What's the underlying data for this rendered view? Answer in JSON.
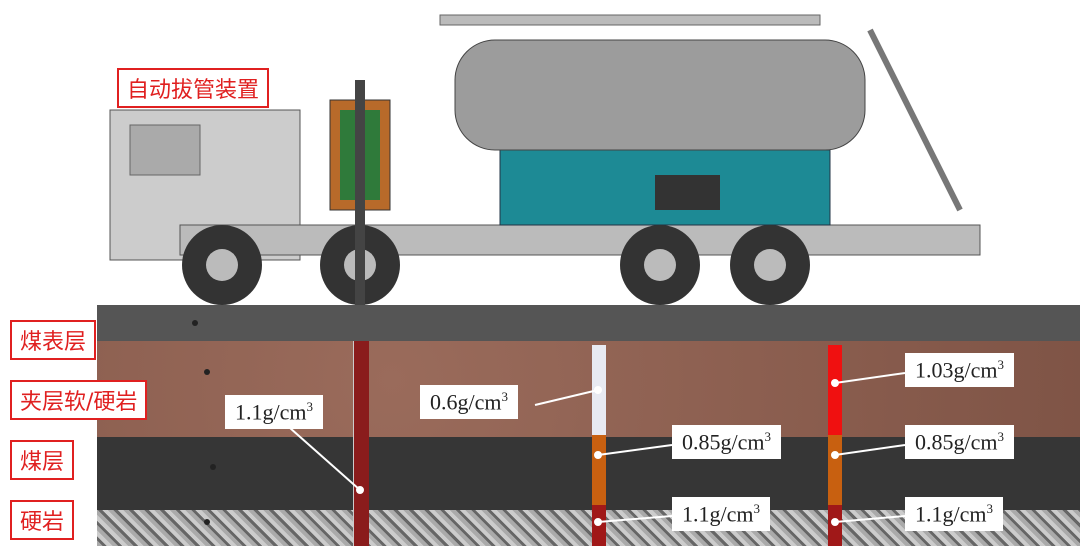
{
  "device_label": "自动拔管装置",
  "strata": [
    {
      "label": "煤表层",
      "color": "#5a5a5a"
    },
    {
      "label": "夹层软/硬岩",
      "color": "#8a5d4e"
    },
    {
      "label": "煤层",
      "color": "#3a3a3a"
    },
    {
      "label": "硬岩",
      "color": "#9a9a9a"
    }
  ],
  "densities": {
    "pipe1": {
      "value": "1.1g/cm",
      "exp": "3"
    },
    "pipe2_top": {
      "value": "0.6g/cm",
      "exp": "3"
    },
    "pipe2_mid": {
      "value": "0.85g/cm",
      "exp": "3"
    },
    "pipe2_bot": {
      "value": "1.1g/cm",
      "exp": "3"
    },
    "pipe3_top": {
      "value": "1.03g/cm",
      "exp": "3"
    },
    "pipe3_mid": {
      "value": "0.85g/cm",
      "exp": "3"
    },
    "pipe3_bot": {
      "value": "1.1g/cm",
      "exp": "3"
    }
  }
}
